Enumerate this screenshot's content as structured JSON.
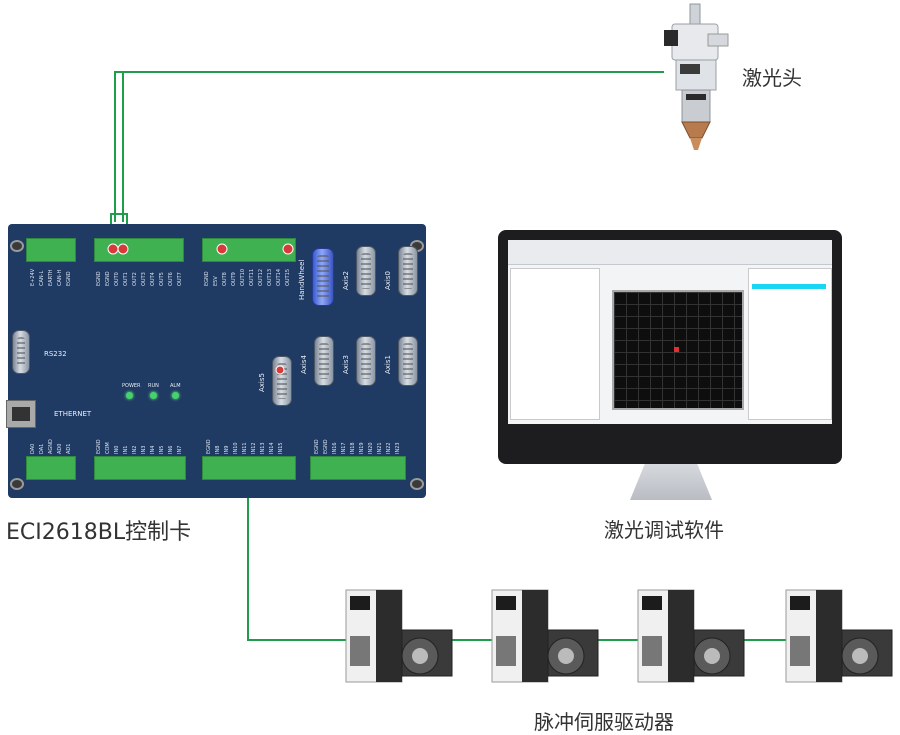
{
  "labels": {
    "laser_head": "激光头",
    "controller": "ECI2618BL控制卡",
    "software": "激光调试软件",
    "drivers": "脉冲伺服驱动器"
  },
  "board": {
    "axis_connectors": [
      "Axis2",
      "Axis0",
      "Axis4",
      "Axis3",
      "Axis1",
      "Axis5"
    ],
    "handwheel": "HandWheel",
    "rs232": "RS232",
    "ethernet": "ETHERNET",
    "leds": [
      "POWER",
      "RUN",
      "ALM"
    ],
    "top_left_pins": [
      "E+24V",
      "CAN-L",
      "EARTH",
      "CAN-H",
      "EGND"
    ],
    "top_mid_pins": [
      "EGND",
      "EGND",
      "OUT0",
      "OUT1",
      "OUT2",
      "OUT3",
      "OUT4",
      "OUT5",
      "OUT6",
      "OUT7"
    ],
    "top_right_pins": [
      "EGND",
      "E5V",
      "OUT8",
      "OUT9",
      "OUT10",
      "OUT11",
      "OUT12",
      "OUT13",
      "OUT14",
      "OUT15"
    ],
    "bottom_a_pins": [
      "DA0",
      "DA1",
      "AGND",
      "AD0",
      "AD1"
    ],
    "bottom_b_pins": [
      "EGND",
      "COM",
      "IN0",
      "IN1",
      "IN2",
      "IN3",
      "IN4",
      "IN5",
      "IN6",
      "IN7"
    ],
    "bottom_c_pins": [
      "EGND",
      "IN8",
      "IN9",
      "IN10",
      "IN11",
      "IN12",
      "IN13",
      "IN14",
      "IN15"
    ],
    "bottom_d_pins": [
      "EGND",
      "EGND",
      "IN16",
      "IN17",
      "IN18",
      "IN19",
      "IN20",
      "IN21",
      "IN22",
      "IN23"
    ]
  },
  "colors": {
    "wire": "#1e9e4a",
    "board": "#1f3a63",
    "terminal": "#3fb150"
  }
}
